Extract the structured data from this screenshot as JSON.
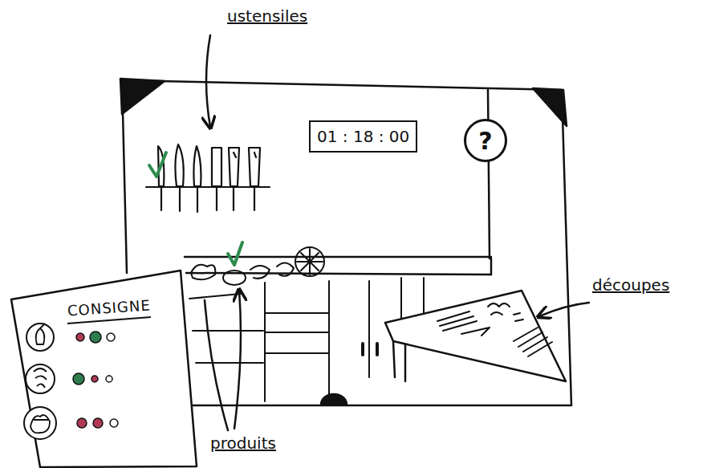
{
  "diagram": {
    "nodes": [
      {
        "text": [
          "01 : 18 : 00"
        ]
      },
      {
        "text": [
          "?"
        ]
      },
      {
        "text": [
          "CONSIGNE"
        ]
      }
    ],
    "labels": [
      "ustensiles",
      "produits",
      "découpes"
    ]
  }
}
